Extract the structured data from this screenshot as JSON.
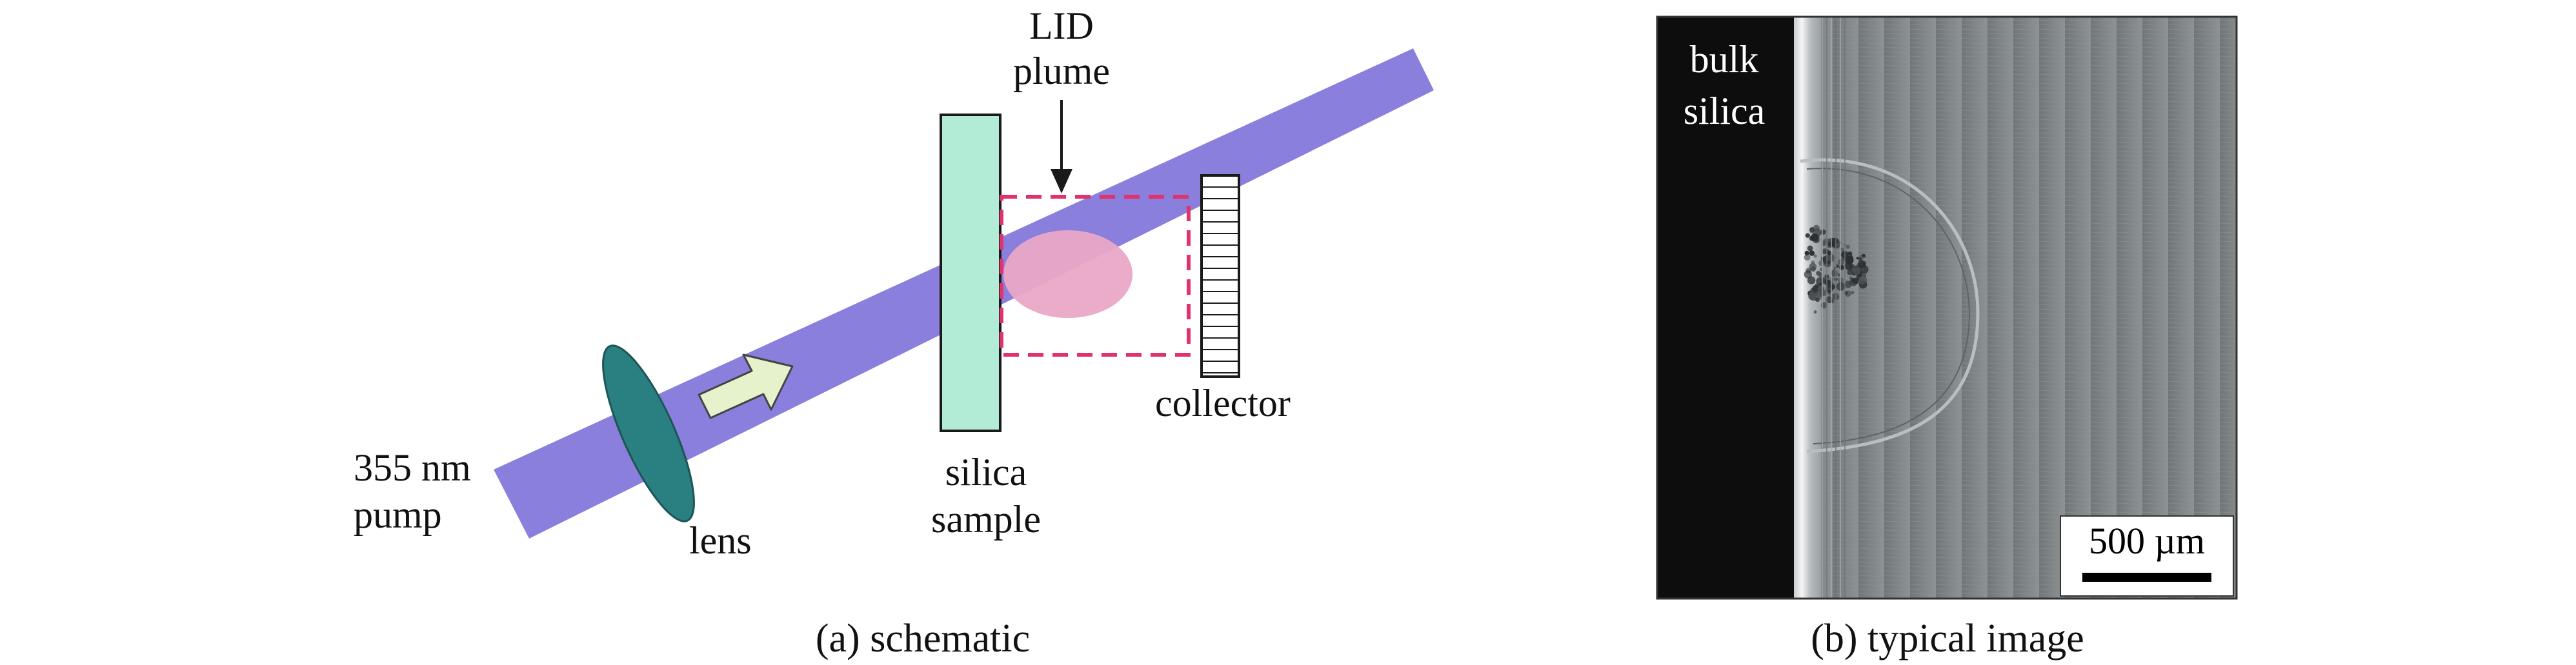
{
  "panel_a": {
    "caption": "(a) schematic",
    "labels": {
      "lid_line1": "LID",
      "lid_line2": "plume",
      "collector": "collector",
      "silica_line1": "silica",
      "silica_line2": "sample",
      "pump_line1": "355 nm",
      "pump_line2": "pump",
      "lens": "lens"
    },
    "colors": {
      "beam": "#8a7fdc",
      "sample": "#b2ecd6",
      "plume": "#eaa8c6",
      "lens": "#2a7f80",
      "arrow": "#e6f2cc",
      "dashed_box": "#e0336b"
    }
  },
  "panel_b": {
    "caption": "(b) typical image",
    "label_line1": "bulk",
    "label_line2": "silica",
    "scalebar_label": "500 µm"
  }
}
